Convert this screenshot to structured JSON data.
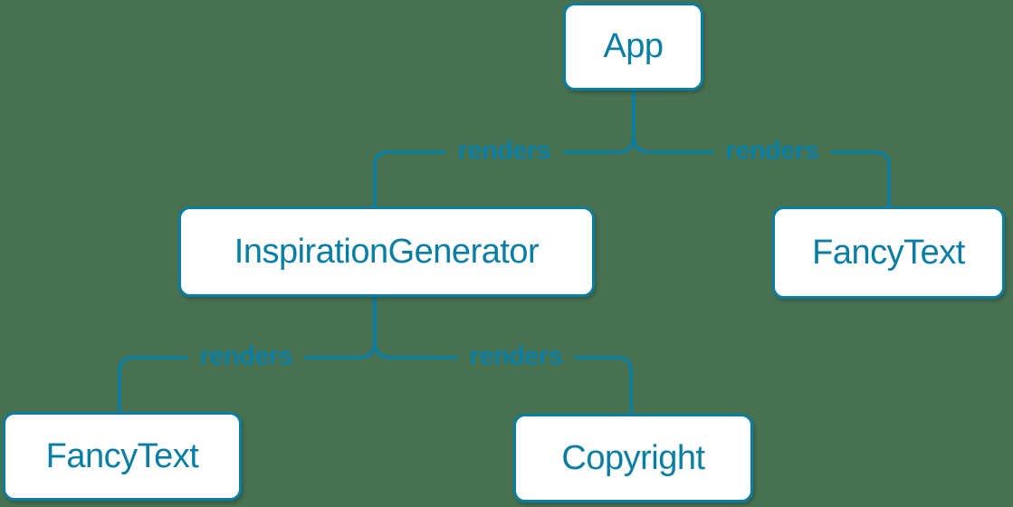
{
  "diagram": {
    "type": "component-render-tree",
    "colors": {
      "background": "#48714F",
      "accent": "#087EA4",
      "node_fill": "#FFFFFF"
    },
    "nodes": [
      {
        "id": "app",
        "label": "App"
      },
      {
        "id": "inspiration-generator",
        "label": "InspirationGenerator"
      },
      {
        "id": "fancy-text-top",
        "label": "FancyText"
      },
      {
        "id": "fancy-text-bottom",
        "label": "FancyText"
      },
      {
        "id": "copyright",
        "label": "Copyright"
      }
    ],
    "edges": [
      {
        "from": "App",
        "to": "InspirationGenerator",
        "label": "renders"
      },
      {
        "from": "App",
        "to": "FancyText",
        "label": "renders"
      },
      {
        "from": "InspirationGenerator",
        "to": "FancyText",
        "label": "renders"
      },
      {
        "from": "InspirationGenerator",
        "to": "Copyright",
        "label": "renders"
      }
    ]
  }
}
